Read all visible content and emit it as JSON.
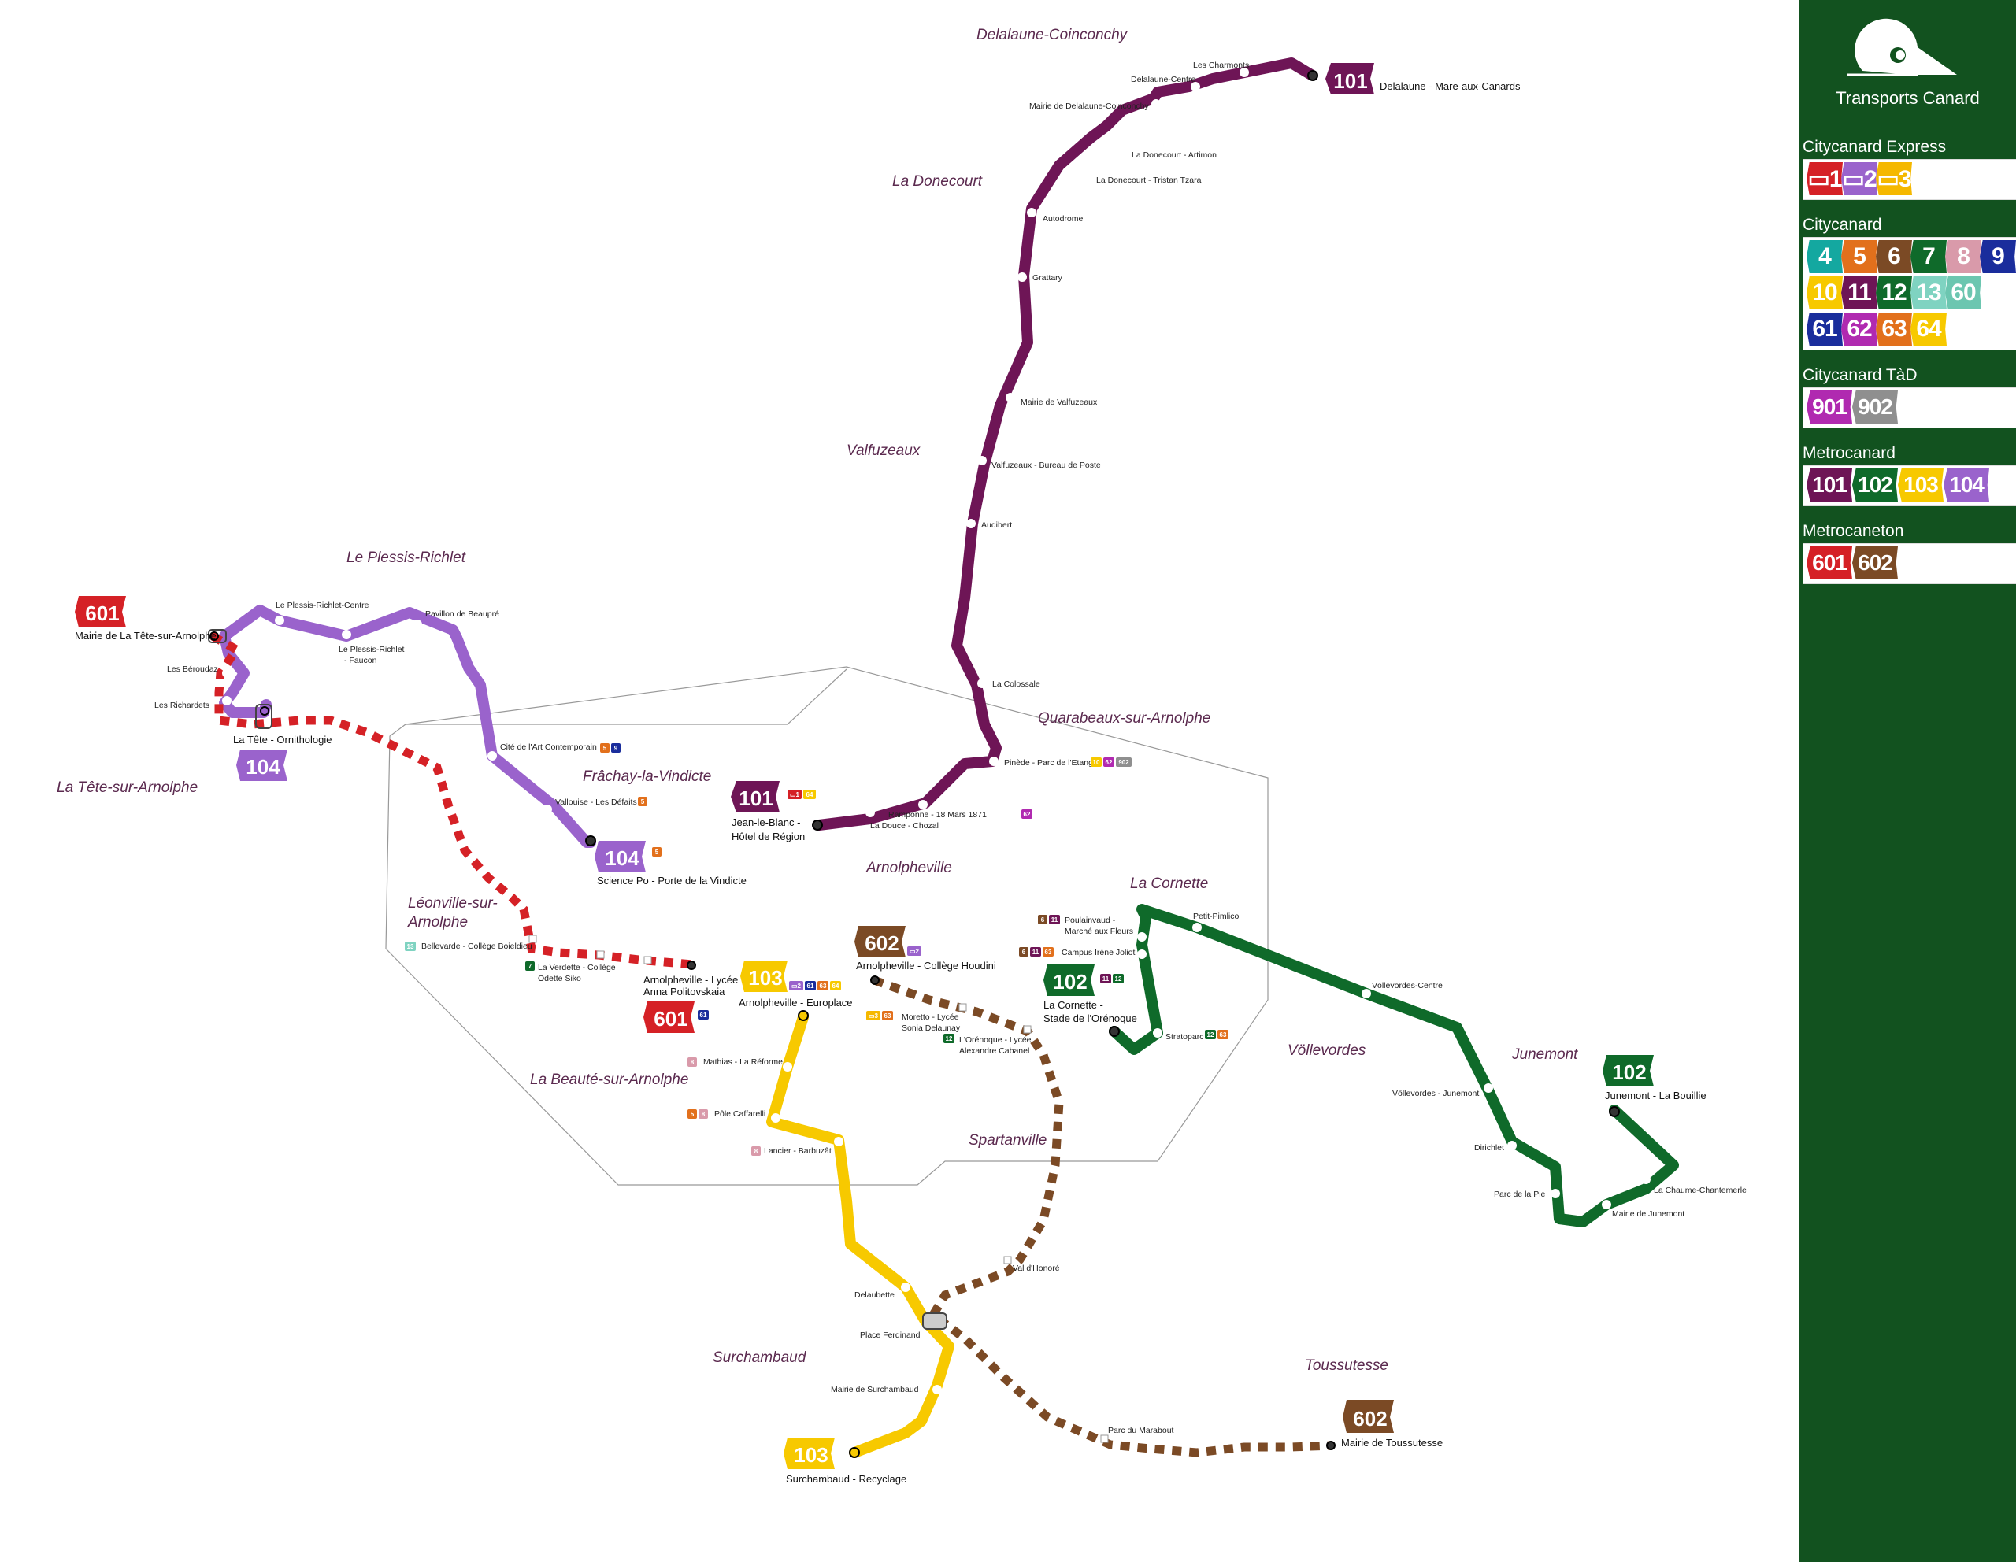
{
  "brand": {
    "name": "Transports Canard"
  },
  "colors": {
    "m101": "#6e1556",
    "m102": "#0f6a2a",
    "m103": "#f7c900",
    "m104": "#9a63cc",
    "m601": "#d52126",
    "m602": "#7b4a25",
    "sidebar": "#12521f"
  },
  "legend": [
    {
      "title": "Citycanard Express",
      "rows": [
        [
          {
            "label": "▭1",
            "color": "#d52126"
          },
          {
            "label": "▭2",
            "color": "#9a63cc"
          },
          {
            "label": "▭3",
            "color": "#f5b800"
          }
        ]
      ]
    },
    {
      "title": "Citycanard",
      "rows": [
        [
          {
            "label": "4",
            "color": "#14a8a0"
          },
          {
            "label": "5",
            "color": "#e2701c"
          },
          {
            "label": "6",
            "color": "#7b4a25"
          },
          {
            "label": "7",
            "color": "#0f6a2a"
          },
          {
            "label": "8",
            "color": "#d99aaa"
          },
          {
            "label": "9",
            "color": "#1a2d9c"
          }
        ],
        [
          {
            "label": "10",
            "color": "#f7c900"
          },
          {
            "label": "11",
            "color": "#6e1556"
          },
          {
            "label": "12",
            "color": "#0f6a2a"
          },
          {
            "label": "13",
            "color": "#7fd3c1"
          },
          {
            "label": "60",
            "color": "#6cc6b0"
          }
        ],
        [
          {
            "label": "61",
            "color": "#1a2d9c"
          },
          {
            "label": "62",
            "color": "#b02ab0"
          },
          {
            "label": "63",
            "color": "#e2701c"
          },
          {
            "label": "64",
            "color": "#f7c900"
          }
        ]
      ]
    },
    {
      "title": "Citycanard TàD",
      "rows": [
        [
          {
            "label": "901",
            "color": "#b02ab0"
          },
          {
            "label": "902",
            "color": "#8f8f8f"
          }
        ]
      ]
    },
    {
      "title": "Metrocanard",
      "rows": [
        [
          {
            "label": "101",
            "color": "#6e1556"
          },
          {
            "label": "102",
            "color": "#0f6a2a"
          },
          {
            "label": "103",
            "color": "#f7c900"
          },
          {
            "label": "104",
            "color": "#9a63cc"
          }
        ]
      ]
    },
    {
      "title": "Metrocaneton",
      "rows": [
        [
          {
            "label": "601",
            "color": "#d52126"
          },
          {
            "label": "602",
            "color": "#7b4a25"
          }
        ]
      ]
    }
  ],
  "towns": [
    "Delalaune-Coinconchy",
    "La Donecourt",
    "Valfuzeaux",
    "Le Plessis-Richlet",
    "La Tête-sur-Arnolphe",
    "Quarabeaux-sur-Arnolphe",
    "Frâchay-la-Vindicte",
    "Arnolpheville",
    "La Cornette",
    "Léonville-sur-",
    "Arnolphe",
    "Völlevordes",
    "Junemont",
    "La Beauté-sur-Arnolphe",
    "Spartanville",
    "Surchambaud",
    "Toussutesse"
  ],
  "route_badges": [
    {
      "label": "101"
    },
    {
      "label": "101"
    },
    {
      "label": "601"
    },
    {
      "label": "104"
    },
    {
      "label": "104"
    },
    {
      "label": "602"
    },
    {
      "label": "103"
    },
    {
      "label": "601"
    },
    {
      "label": "102"
    },
    {
      "label": "102"
    },
    {
      "label": "103"
    },
    {
      "label": "602"
    }
  ],
  "stations": [
    "Les Charmonts",
    "Delalaune-Centre",
    "Mairie de Delalaune-Coinconchy",
    "La Donecourt - Artimon",
    "La Donecourt - Tristan Tzara",
    "Autodrome",
    "Grattary",
    "Mairie de Valfuzeaux",
    "Valfuzeaux - Bureau de Poste",
    "Audibert",
    "La Colossale",
    "Pinède - Parc de l'Etang",
    "Ramponne - 18 Mars 1871",
    "La Douce - Chozal",
    "Le Plessis-Richlet-Centre",
    "Pavillon de Beaupré",
    "Le Plessis-Richlet",
    "- Faucon",
    "Les Béroudaz",
    "Les Richardets",
    "Cité de l'Art Contemporain",
    "Vallouise - Les Défaits",
    "Bellevarde - Collège Boieldieu",
    "La Verdette - Collège",
    "Odette Siko",
    "Poulainvaud -",
    "Marché aux Fleurs",
    "Campus Irène Joliot",
    "Petit-Pimlico",
    "Völlevordes-Centre",
    "Völlevordes - Junemont",
    "Dirichlet",
    "Parc de la Pie",
    "Mairie de Junemont",
    "La Chaume-Chantemerle",
    "Stratoparc",
    "Moretto - Lycée",
    "Sonia Delaunay",
    "L'Orénoque - Lycée",
    "Alexandre Cabanel",
    "Mathias - La Réforme",
    "Pôle Caffarelli",
    "Lancier - Barbuzât",
    "Delaubette",
    "Place Ferdinand",
    "Mairie de Surchambaud",
    "Val d'Honoré",
    "Parc du Marabout"
  ],
  "terminals": [
    "Delalaune - Mare-aux-Canards",
    "Jean-le-Blanc -",
    "Hôtel de Région",
    "Mairie de La Tête-sur-Arnolphe",
    "La Tête - Ornithologie",
    "Science Po - Porte de la Vindicte",
    "Arnolpheville - Collège Houdini",
    "Arnolpheville - Europlace",
    "Arnolpheville - Lycée",
    "Anna Politovskaia",
    "La Cornette -",
    "Stade de l'Orénoque",
    "Junemont - La Bouillie",
    "Surchambaud - Recyclage",
    "Mairie de Toussutesse"
  ],
  "transfers": [
    "▭1",
    "64",
    "10",
    "62",
    "902",
    "62",
    "5",
    "9",
    "5",
    "5",
    "13",
    "7",
    "61",
    "▭2",
    "▭2",
    "61",
    "63",
    "64",
    "▭3",
    "63",
    "12",
    "6",
    "11",
    "6",
    "11",
    "63",
    "11",
    "12",
    "12",
    "63",
    "8",
    "5",
    "8",
    "8"
  ]
}
